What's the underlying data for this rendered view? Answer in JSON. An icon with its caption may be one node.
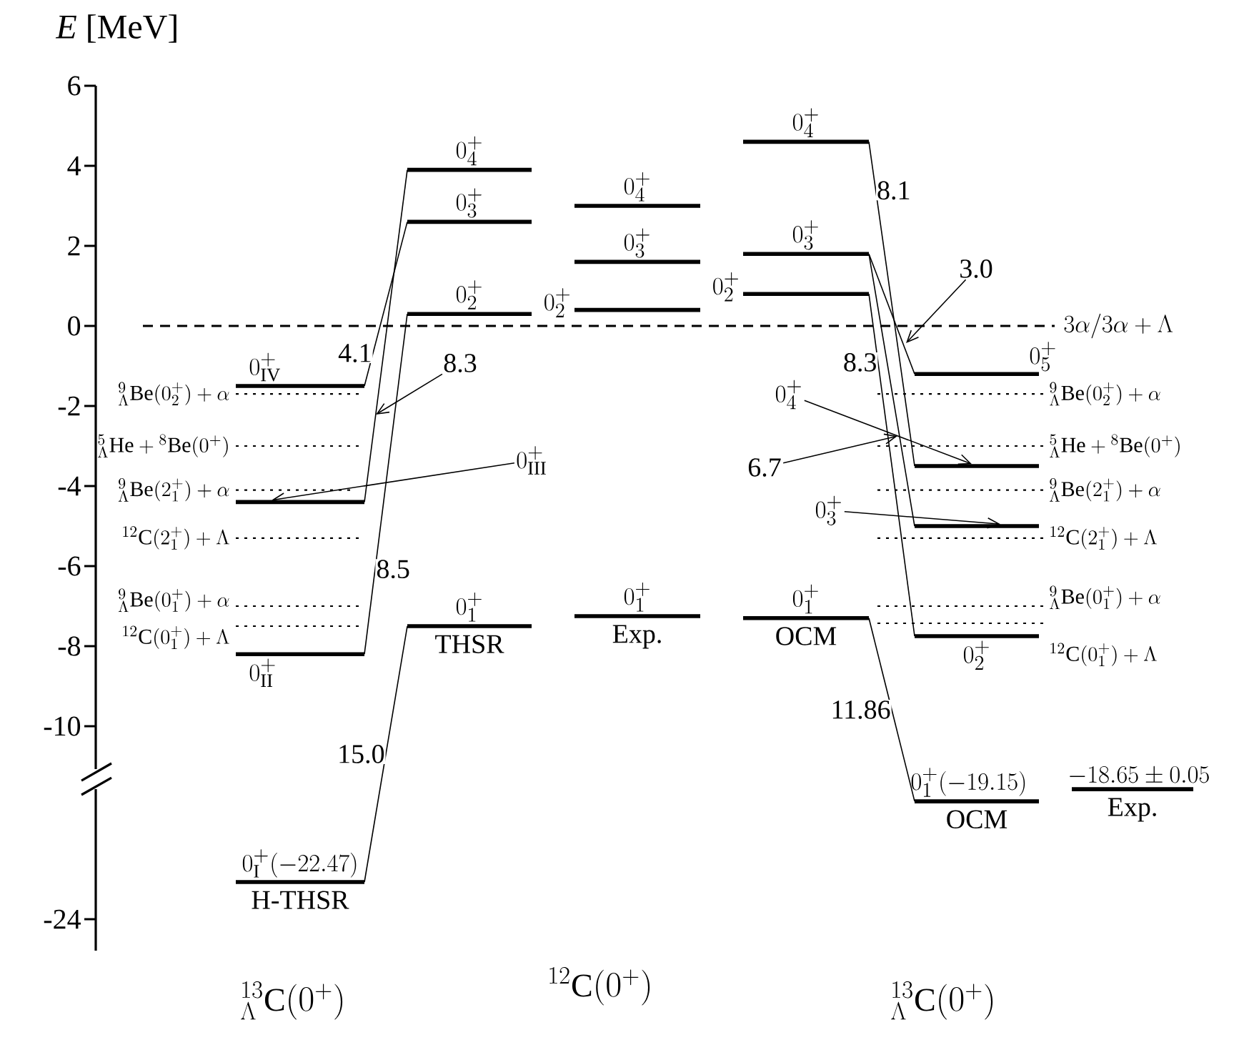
{
  "diagram": {
    "nodes": [
      {
        "text": [
          "0^{+}_{\\mathrm{IV}}"
        ]
      },
      {
        "text": [],
        "shape": "bar"
      },
      {
        "text": [
          "0^{+}_{\\mathrm{II}}"
        ]
      },
      {
        "text": [
          "0^{+}_{\\mathrm{I}}(-22.47)"
        ],
        "beside": [
          "H-THSR"
        ]
      },
      {
        "text": [
          "0^{+}_{1}"
        ],
        "beside": [
          "THSR"
        ]
      },
      {
        "text": [
          "0^{+}_{2}"
        ]
      },
      {
        "text": [
          "0^{+}_{3}"
        ]
      },
      {
        "text": [
          "0^{+}_{4}"
        ]
      },
      {
        "text": [
          "0^{+}_{1}"
        ],
        "beside": [
          "Exp."
        ]
      },
      {
        "text": [
          "0^{+}_{2}"
        ]
      },
      {
        "text": [
          "0^{+}_{3}"
        ]
      },
      {
        "text": [
          "0^{+}_{4}"
        ]
      },
      {
        "text": [
          "0^{+}_{1}"
        ],
        "beside": [
          "OCM"
        ]
      },
      {
        "text": [
          "0^{+}_{2}"
        ]
      },
      {
        "text": [
          "0^{+}_{3}"
        ]
      },
      {
        "text": [
          "0^{+}_{4}"
        ]
      },
      {
        "text": [
          "0^{+}_{5}"
        ]
      },
      {
        "text": [],
        "shape": "bar"
      },
      {
        "text": [],
        "shape": "bar"
      },
      {
        "text": [
          "0^{+}_{2}"
        ]
      },
      {
        "text": [
          "0^{+}_{1}(-19.15)"
        ],
        "beside": [
          "OCM"
        ]
      },
      {
        "text": [
          "-18.65\\pm0.05"
        ],
        "beside": [
          "Exp."
        ]
      },
      {
        "text": [
          "0^{+}_{\\mathrm{III}}"
        ]
      },
      {
        "text": [
          "0^{+}_{4}"
        ]
      },
      {
        "text": [
          "0^{+}_{3}"
        ]
      },
      {
        "text": [
          "8.3"
        ]
      },
      {
        "text": [
          "3.0"
        ]
      },
      {
        "text": [
          "6.7"
        ]
      }
    ],
    "edges": [
      {
        "from": 6,
        "to": 0,
        "arrow": "none",
        "label": "4.1"
      },
      {
        "from": 7,
        "to": 1,
        "arrow": "none"
      },
      {
        "from": 5,
        "to": 2,
        "arrow": "none",
        "label": "8.5"
      },
      {
        "from": 4,
        "to": 3,
        "arrow": "none",
        "label": "15.0"
      },
      {
        "from": 15,
        "to": 17,
        "arrow": "none",
        "label": "8.1"
      },
      {
        "from": 14,
        "to": 16,
        "arrow": "none"
      },
      {
        "from": 14,
        "to": 18,
        "arrow": "none"
      },
      {
        "from": 13,
        "to": 19,
        "arrow": "none",
        "label": "8.3"
      },
      {
        "from": 12,
        "to": 20,
        "arrow": "none",
        "label": "11.86"
      },
      {
        "from": 22,
        "to": 1,
        "arrow": "to"
      },
      {
        "from": 23,
        "to": 17,
        "arrow": "to"
      },
      {
        "from": 24,
        "to": 18,
        "arrow": "to"
      },
      {
        "from": 25,
        "to": null,
        "arrow": "to"
      },
      {
        "from": 26,
        "to": null,
        "arrow": "to"
      },
      {
        "from": 27,
        "to": null,
        "arrow": "to"
      }
    ],
    "labels": [
      "*E* [MeV]",
      "6",
      "4",
      "2",
      "0",
      "-2",
      "-4",
      "-6",
      "-8",
      "-10",
      "-24",
      "{}^{9}_{\\Lambda}\\mathrm{Be}(0^{+}_{2})+\\alpha",
      "{}^{5}_{\\Lambda}\\mathrm{He}+{}^{8}\\mathrm{Be}(0^{+})",
      "{}^{9}_{\\Lambda}\\mathrm{Be}(2^{+}_{1})+\\alpha",
      "{}^{12}\\mathrm{C}(2^{+}_{1})+\\Lambda",
      "{}^{9}_{\\Lambda}\\mathrm{Be}(0^{+}_{1})+\\alpha",
      "{}^{12}\\mathrm{C}(0^{+}_{1})+\\Lambda",
      "3\\alpha/3\\alpha+\\Lambda",
      "{}^{9}_{\\Lambda}\\mathrm{Be}(0^{+}_{2})+\\alpha",
      "{}^{5}_{\\Lambda}\\mathrm{He}+{}^{8}\\mathrm{Be}(0^{+})",
      "{}^{9}_{\\Lambda}\\mathrm{Be}(2^{+}_{1})+\\alpha",
      "{}^{12}\\mathrm{C}(2^{+}_{1})+\\Lambda",
      "{}^{9}_{\\Lambda}\\mathrm{Be}(0^{+}_{1})+\\alpha",
      "{}^{12}\\mathrm{C}(0^{+}_{1})+\\Lambda",
      "{}^{13}_{\\Lambda}\\mathrm{C}(0^{+})",
      "{}^{12}\\mathrm{C}(0^{+})",
      "{}^{13}_{\\Lambda}\\mathrm{C}(0^{+})"
    ]
  }
}
